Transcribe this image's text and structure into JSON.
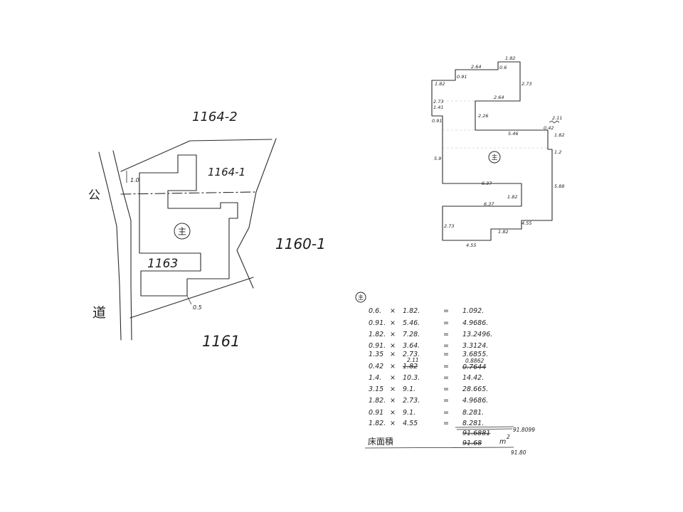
{
  "site_plan": {
    "lots": {
      "north": "1164-2",
      "adjacent": "1164-1",
      "east": "1160-1",
      "inner": "1163",
      "south": "1161"
    },
    "road": {
      "char_1": "公",
      "char_2": "道"
    },
    "building_mark": "主",
    "setbacks": {
      "north": "1.0",
      "south": "0.5"
    }
  },
  "floor_plan": {
    "building_mark": "主",
    "dimensions": [
      "1.82",
      "2.64",
      "0.6",
      "0.91",
      "1.82",
      "2.73",
      "2.73",
      "1.41",
      "2.64",
      "0.91",
      "2.26",
      "5.46",
      "2.11",
      "0.42",
      "1.82",
      "5.9",
      "1.2",
      "6.37",
      "5.88",
      "1.82",
      "6.37",
      "4.55",
      "2.73",
      "1.82",
      "4.55"
    ]
  },
  "area_calc": {
    "building_mark": "主",
    "times_sign": "×",
    "equals_sign": "=",
    "rows": [
      {
        "a": "0.6.",
        "b": "1.82.",
        "result": "1.092."
      },
      {
        "a": "0.91.",
        "b": "5.46.",
        "result": "4.9686."
      },
      {
        "a": "1.82.",
        "b": "7.28.",
        "result": "13.2496."
      },
      {
        "a": "0.91.",
        "b": "3.64.",
        "result": "3.3124."
      },
      {
        "a": "1.35",
        "b": "2.73.",
        "result": "3.6855."
      },
      {
        "a": "0.42",
        "b": "2.11",
        "b_struck": "1.82",
        "result": "0.8862",
        "result_struck": "0.7644"
      },
      {
        "a": "1.4.",
        "b": "10.3.",
        "result": "14.42."
      },
      {
        "a": "3.15",
        "b": "9.1.",
        "result": "28.665."
      },
      {
        "a": "1.82.",
        "b": "2.73.",
        "result": "4.9686."
      },
      {
        "a": "0.91",
        "b": "9.1.",
        "result": "8.281."
      },
      {
        "a": "1.82.",
        "b": "4.55",
        "result": "8.281."
      }
    ],
    "total_struck": "91.6881",
    "total": "91.8099",
    "floor_area_label": "床面積",
    "floor_area_struck": "91.68",
    "unit": "m",
    "unit_power": "2",
    "floor_area": "91.80"
  }
}
